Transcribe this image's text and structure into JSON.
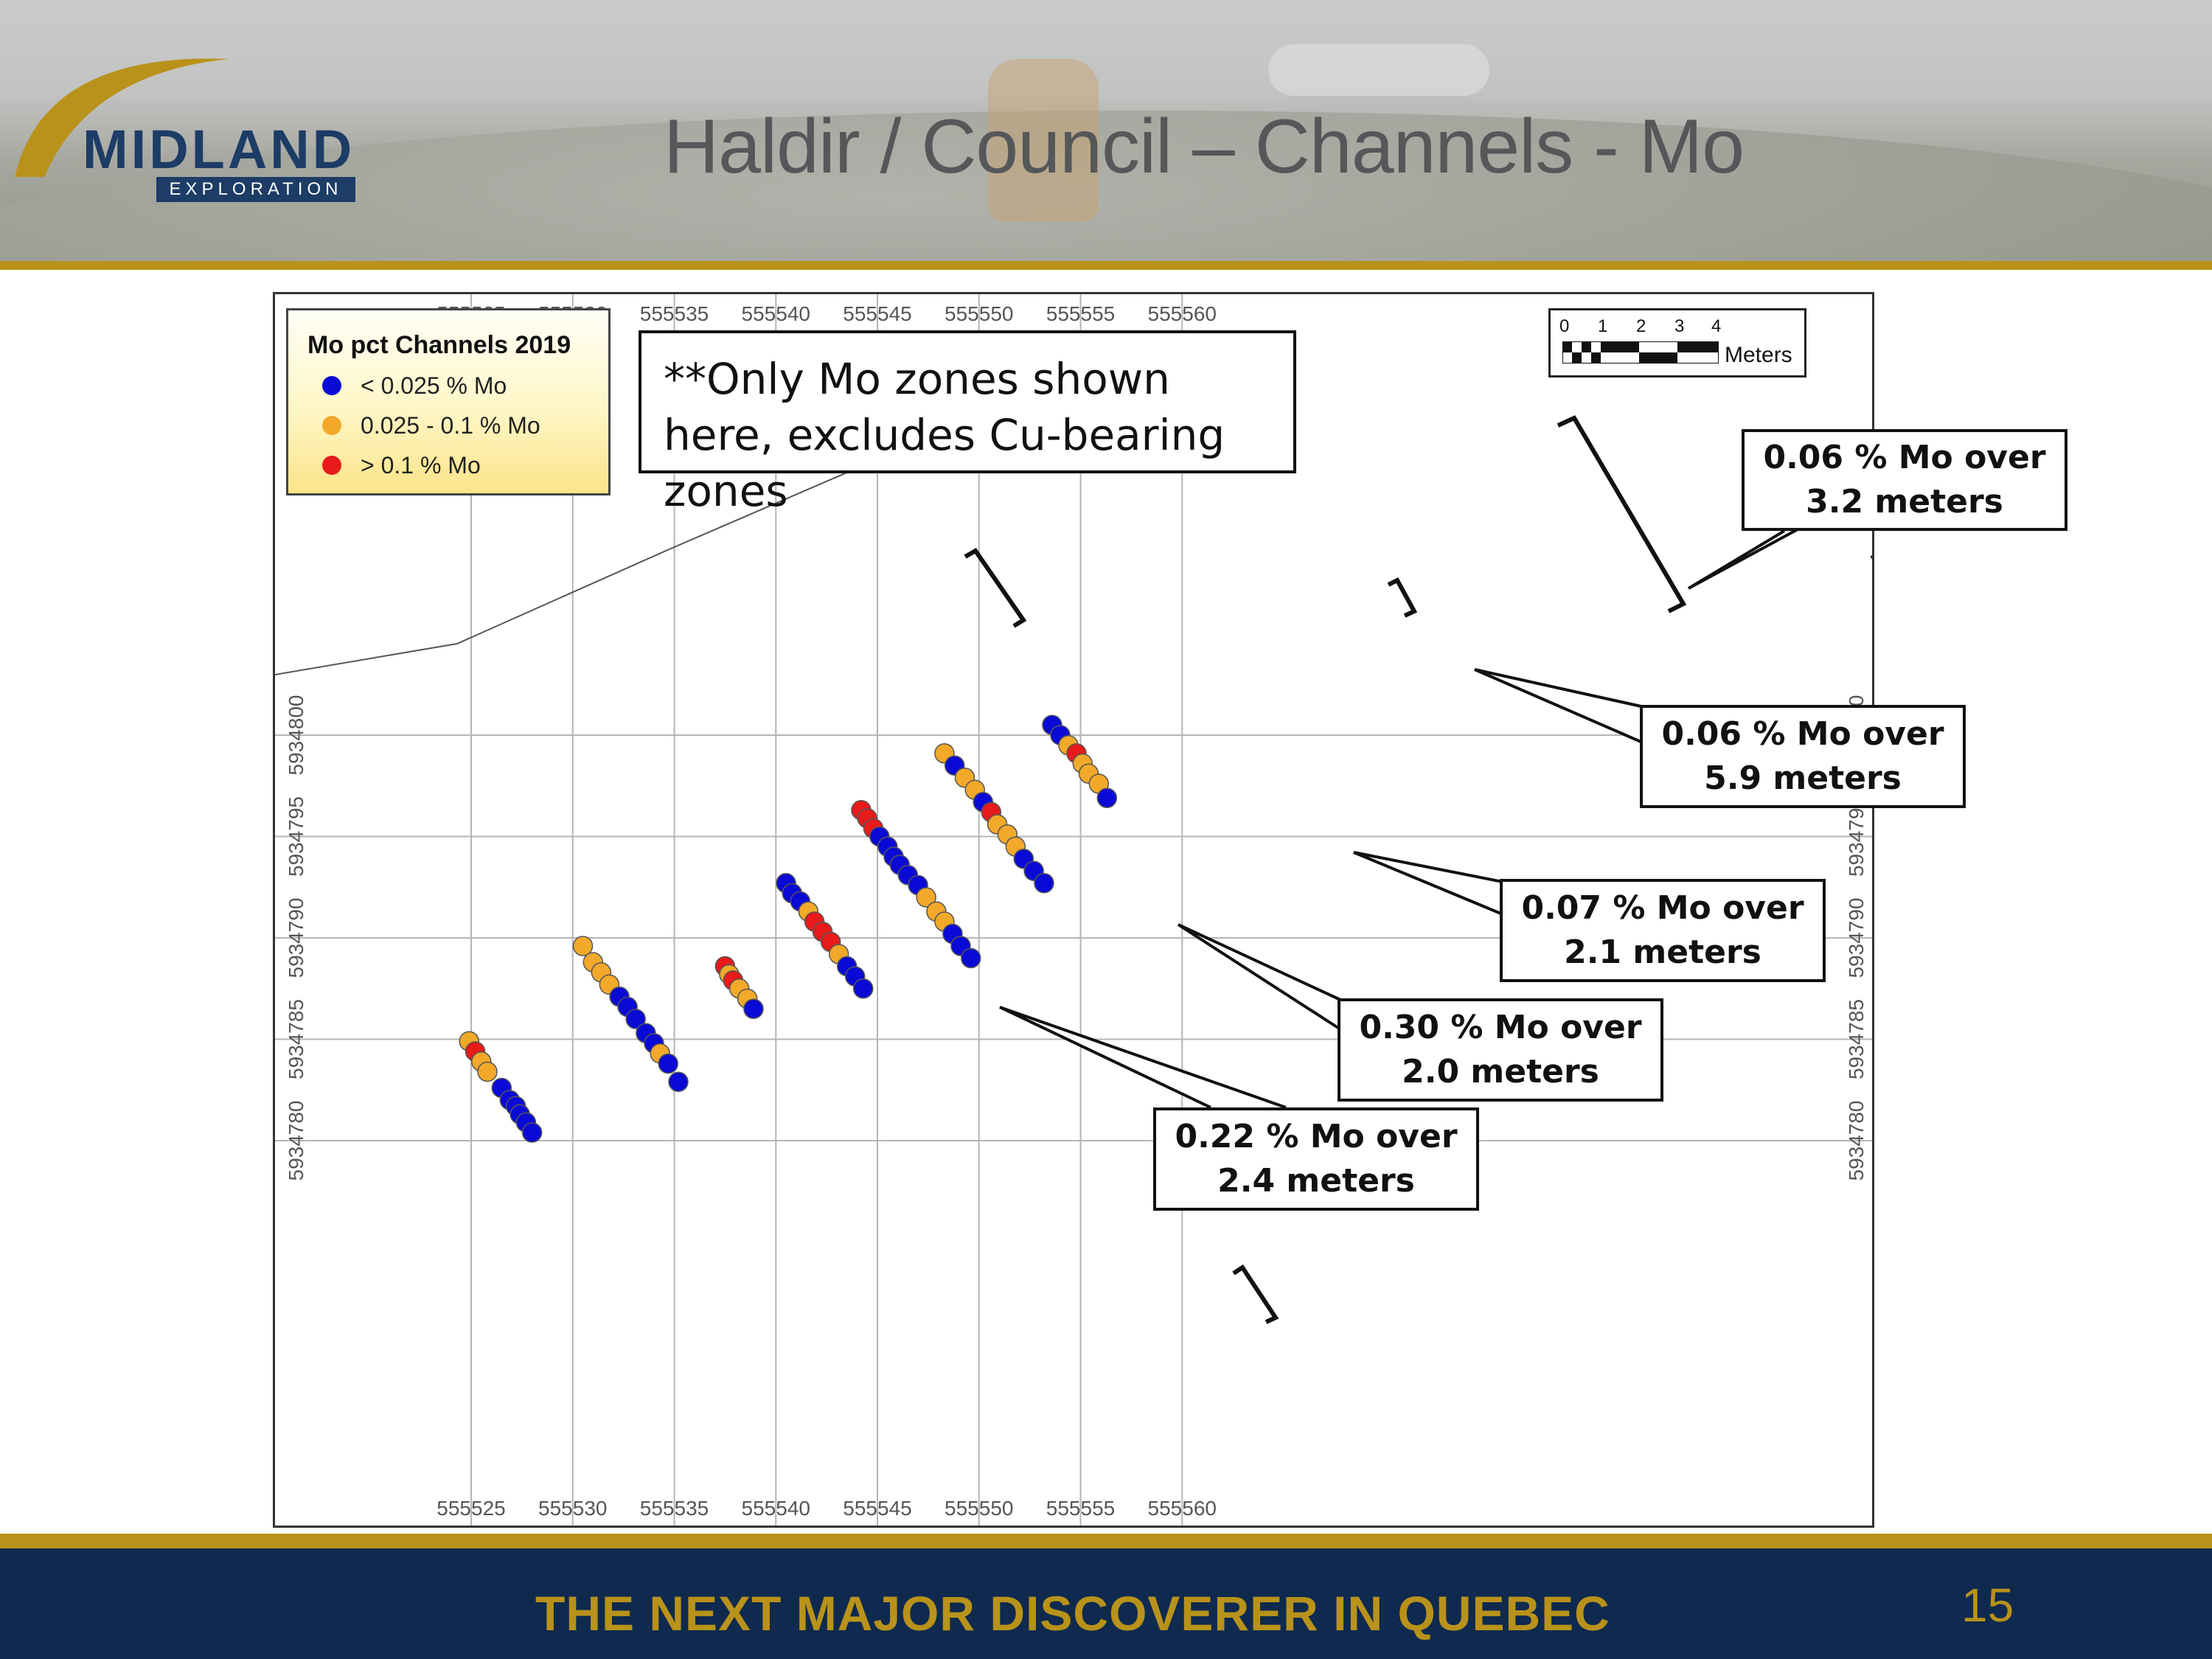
{
  "header": {
    "title": "Haldir / Council – Channels - Mo",
    "logo_name": "MIDLAND",
    "logo_sub": "EXPLORATION"
  },
  "legend": {
    "title": "Mo pct Channels 2019",
    "items": [
      {
        "label": "< 0.025 % Mo",
        "color": "#0a0ad6"
      },
      {
        "label": "0.025 - 0.1 % Mo",
        "color": "#f2a92a"
      },
      {
        "label": "> 0.1 % Mo",
        "color": "#e81a1a"
      }
    ]
  },
  "note": "**Only Mo zones shown here, excludes Cu-bearing zones",
  "scalebar": {
    "ticks": [
      "0",
      "1",
      "2",
      "3",
      "4"
    ],
    "unit": "Meters"
  },
  "map": {
    "easting_ticks": [
      "555525",
      "555530",
      "555535",
      "555540",
      "555545",
      "555550",
      "555555",
      "555560"
    ],
    "northing_ticks": [
      "5934780",
      "5934785",
      "5934790",
      "5934795",
      "5934800"
    ],
    "colors": {
      "low": "#0a0ad6",
      "mid": "#f2a92a",
      "high": "#e81a1a"
    },
    "samples": [
      {
        "e": 555524.9,
        "n": 5934784.9,
        "c": "mid"
      },
      {
        "e": 555525.2,
        "n": 5934784.4,
        "c": "high"
      },
      {
        "e": 555525.5,
        "n": 5934783.9,
        "c": "mid"
      },
      {
        "e": 555525.8,
        "n": 5934783.4,
        "c": "mid"
      },
      {
        "e": 555526.5,
        "n": 5934782.6,
        "c": "low"
      },
      {
        "e": 555526.9,
        "n": 5934782.0,
        "c": "low"
      },
      {
        "e": 555527.2,
        "n": 5934781.7,
        "c": "low"
      },
      {
        "e": 555527.4,
        "n": 5934781.3,
        "c": "low"
      },
      {
        "e": 555527.7,
        "n": 5934780.9,
        "c": "low"
      },
      {
        "e": 555528.0,
        "n": 5934780.4,
        "c": "low"
      },
      {
        "e": 555530.5,
        "n": 5934789.6,
        "c": "mid"
      },
      {
        "e": 555531.0,
        "n": 5934788.8,
        "c": "mid"
      },
      {
        "e": 555531.4,
        "n": 5934788.3,
        "c": "mid"
      },
      {
        "e": 555531.8,
        "n": 5934787.7,
        "c": "mid"
      },
      {
        "e": 555532.3,
        "n": 5934787.1,
        "c": "low"
      },
      {
        "e": 555532.7,
        "n": 5934786.6,
        "c": "low"
      },
      {
        "e": 555533.1,
        "n": 5934786.0,
        "c": "low"
      },
      {
        "e": 555533.6,
        "n": 5934785.3,
        "c": "low"
      },
      {
        "e": 555534.0,
        "n": 5934784.8,
        "c": "low"
      },
      {
        "e": 555534.3,
        "n": 5934784.3,
        "c": "mid"
      },
      {
        "e": 555534.7,
        "n": 5934783.8,
        "c": "low"
      },
      {
        "e": 555535.2,
        "n": 5934782.9,
        "c": "low"
      },
      {
        "e": 555537.5,
        "n": 5934788.6,
        "c": "high"
      },
      {
        "e": 555537.7,
        "n": 5934788.2,
        "c": "mid"
      },
      {
        "e": 555537.9,
        "n": 5934787.9,
        "c": "high"
      },
      {
        "e": 555538.2,
        "n": 5934787.5,
        "c": "mid"
      },
      {
        "e": 555538.6,
        "n": 5934787.0,
        "c": "mid"
      },
      {
        "e": 555538.9,
        "n": 5934786.5,
        "c": "low"
      },
      {
        "e": 555540.5,
        "n": 5934792.7,
        "c": "low"
      },
      {
        "e": 555540.8,
        "n": 5934792.2,
        "c": "low"
      },
      {
        "e": 555541.2,
        "n": 5934791.8,
        "c": "low"
      },
      {
        "e": 555541.6,
        "n": 5934791.3,
        "c": "mid"
      },
      {
        "e": 555541.9,
        "n": 5934790.8,
        "c": "high"
      },
      {
        "e": 555542.3,
        "n": 5934790.3,
        "c": "high"
      },
      {
        "e": 555542.7,
        "n": 5934789.8,
        "c": "high"
      },
      {
        "e": 555543.1,
        "n": 5934789.2,
        "c": "mid"
      },
      {
        "e": 555543.5,
        "n": 5934788.6,
        "c": "low"
      },
      {
        "e": 555543.9,
        "n": 5934788.1,
        "c": "low"
      },
      {
        "e": 555544.3,
        "n": 5934787.5,
        "c": "low"
      },
      {
        "e": 555544.2,
        "n": 5934796.3,
        "c": "high"
      },
      {
        "e": 555544.5,
        "n": 5934795.9,
        "c": "high"
      },
      {
        "e": 555544.8,
        "n": 5934795.4,
        "c": "high"
      },
      {
        "e": 555545.1,
        "n": 5934795.0,
        "c": "low"
      },
      {
        "e": 555545.5,
        "n": 5934794.5,
        "c": "low"
      },
      {
        "e": 555545.8,
        "n": 5934794.0,
        "c": "low"
      },
      {
        "e": 555546.1,
        "n": 5934793.6,
        "c": "low"
      },
      {
        "e": 555546.5,
        "n": 5934793.1,
        "c": "low"
      },
      {
        "e": 555547.0,
        "n": 5934792.6,
        "c": "low"
      },
      {
        "e": 555547.4,
        "n": 5934792.0,
        "c": "mid"
      },
      {
        "e": 555547.9,
        "n": 5934791.3,
        "c": "mid"
      },
      {
        "e": 555548.3,
        "n": 5934790.8,
        "c": "mid"
      },
      {
        "e": 555548.7,
        "n": 5934790.2,
        "c": "low"
      },
      {
        "e": 555549.1,
        "n": 5934789.6,
        "c": "low"
      },
      {
        "e": 555549.6,
        "n": 5934789.0,
        "c": "low"
      },
      {
        "e": 555548.3,
        "n": 5934799.1,
        "c": "mid"
      },
      {
        "e": 555548.8,
        "n": 5934798.5,
        "c": "low"
      },
      {
        "e": 555549.3,
        "n": 5934797.9,
        "c": "mid"
      },
      {
        "e": 555549.8,
        "n": 5934797.3,
        "c": "mid"
      },
      {
        "e": 555550.2,
        "n": 5934796.7,
        "c": "low"
      },
      {
        "e": 555550.6,
        "n": 5934796.2,
        "c": "high"
      },
      {
        "e": 555550.9,
        "n": 5934795.6,
        "c": "mid"
      },
      {
        "e": 555551.4,
        "n": 5934795.1,
        "c": "mid"
      },
      {
        "e": 555551.8,
        "n": 5934794.5,
        "c": "mid"
      },
      {
        "e": 555552.2,
        "n": 5934793.9,
        "c": "low"
      },
      {
        "e": 555552.7,
        "n": 5934793.3,
        "c": "low"
      },
      {
        "e": 555553.2,
        "n": 5934792.7,
        "c": "low"
      },
      {
        "e": 555553.6,
        "n": 5934800.5,
        "c": "low"
      },
      {
        "e": 555554.0,
        "n": 5934800.0,
        "c": "low"
      },
      {
        "e": 555554.4,
        "n": 5934799.5,
        "c": "mid"
      },
      {
        "e": 555554.8,
        "n": 5934799.1,
        "c": "high"
      },
      {
        "e": 555555.1,
        "n": 5934798.6,
        "c": "mid"
      },
      {
        "e": 555555.4,
        "n": 5934798.1,
        "c": "mid"
      },
      {
        "e": 555555.9,
        "n": 5934797.6,
        "c": "mid"
      },
      {
        "e": 555556.3,
        "n": 5934796.9,
        "c": "low"
      }
    ]
  },
  "callouts": [
    {
      "line1": "0.06 % Mo over",
      "line2": "3.2 meters"
    },
    {
      "line1": "0.06 % Mo over",
      "line2": "5.9 meters"
    },
    {
      "line1": "0.07 % Mo over",
      "line2": "2.1 meters"
    },
    {
      "line1": "0.30 % Mo over",
      "line2": "2.0 meters"
    },
    {
      "line1": "0.22 % Mo over",
      "line2": "2.4 meters"
    }
  ],
  "footer": {
    "tagline": "THE NEXT MAJOR DISCOVERER IN QUEBEC",
    "page_number": "15"
  }
}
